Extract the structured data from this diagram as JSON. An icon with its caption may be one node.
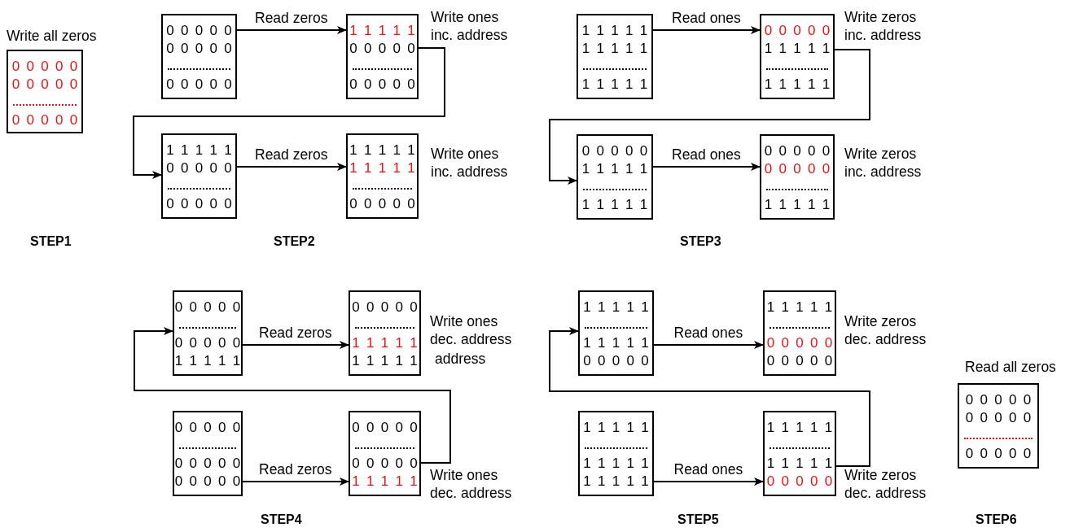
{
  "diagram": {
    "nodes": [
      {
        "text": [
          "0 0 0 0 0",
          "0 0 0 0 0",
          "0 0 0 0 0"
        ],
        "beside": [
          "Write all zeros"
        ]
      },
      {
        "text": [
          "0 0 0 0 0",
          "0 0 0 0 0",
          "0 0 0 0 0"
        ]
      },
      {
        "text": [
          "1 1 1 1 1",
          "0 0 0 0 0",
          "0 0 0 0 0"
        ],
        "beside": [
          "Write ones inc. address"
        ]
      },
      {
        "text": [
          "1 1 1 1 1",
          "0 0 0 0 0",
          "0 0 0 0 0"
        ]
      },
      {
        "text": [
          "1 1 1 1 1",
          "1 1 1 1 1",
          "0 0 0 0 0"
        ],
        "beside": [
          "Write ones inc. address"
        ]
      },
      {
        "text": [
          "1 1 1 1 1",
          "1 1 1 1 1",
          "1 1 1 1 1"
        ]
      },
      {
        "text": [
          "0 0 0 0 0",
          "1 1 1 1 1",
          "1 1 1 1 1"
        ],
        "beside": [
          "Write zeros inc. address"
        ]
      },
      {
        "text": [
          "0 0 0 0 0",
          "1 1 1 1 1",
          "1 1 1 1 1"
        ]
      },
      {
        "text": [
          "0 0 0 0 0",
          "0 0 0 0 0",
          "1 1 1 1 1"
        ],
        "beside": [
          "Write zeros inc. address"
        ]
      },
      {
        "text": [
          "0 0 0 0 0",
          "0 0 0 0 0",
          "1 1 1 1 1"
        ]
      },
      {
        "text": [
          "0 0 0 0 0",
          "1 1 1 1 1",
          "1 1 1 1 1"
        ],
        "beside": [
          "Write ones dec. address",
          "address"
        ]
      },
      {
        "text": [
          "0 0 0 0 0",
          "0 0 0 0 0",
          "0 0 0 0 0"
        ]
      },
      {
        "text": [
          "0 0 0 0 0",
          "0 0 0 0 0",
          "1 1 1 1 1"
        ],
        "beside": [
          "Write ones dec. address"
        ]
      },
      {
        "text": [
          "1 1 1 1 1",
          "1 1 1 1 1",
          "0 0 0 0 0"
        ]
      },
      {
        "text": [
          "1 1 1 1 1",
          "0 0 0 0 0",
          "0 0 0 0 0"
        ],
        "beside": [
          "Write zeros dec. address"
        ]
      },
      {
        "text": [
          "1 1 1 1 1",
          "1 1 1 1 1",
          "1 1 1 1 1"
        ]
      },
      {
        "text": [
          "1 1 1 1 1",
          "1 1 1 1 1",
          "0 0 0 0 0"
        ],
        "beside": [
          "Write zeros dec. address"
        ]
      },
      {
        "text": [
          "0 0 0 0 0",
          "0 0 0 0 0",
          "0 0 0 0 0"
        ],
        "beside": [
          "Read all zeros"
        ]
      }
    ],
    "edges": [
      {
        "from": 1,
        "to": 2,
        "arrow": "to",
        "label": "Read zeros"
      },
      {
        "from": 2,
        "to": 3,
        "arrow": "to"
      },
      {
        "from": 3,
        "to": 4,
        "arrow": "to",
        "label": "Read zeros"
      },
      {
        "from": 5,
        "to": 6,
        "arrow": "to",
        "label": "Read ones"
      },
      {
        "from": 6,
        "to": 7,
        "arrow": "to"
      },
      {
        "from": 7,
        "to": 8,
        "arrow": "to",
        "label": "Read ones"
      },
      {
        "from": 9,
        "to": 10,
        "arrow": "to",
        "label": "Read zeros"
      },
      {
        "from": 11,
        "to": 12,
        "arrow": "to",
        "label": "Read zeros"
      },
      {
        "from": 12,
        "to": 9,
        "arrow": "to"
      },
      {
        "from": 13,
        "to": 14,
        "arrow": "to",
        "label": "Read ones"
      },
      {
        "from": 15,
        "to": 16,
        "arrow": "to",
        "label": "Read ones"
      },
      {
        "from": 16,
        "to": 13,
        "arrow": "to"
      }
    ],
    "labels": [
      "STEP1",
      "STEP2",
      "STEP3",
      "STEP4",
      "STEP5",
      "STEP6"
    ]
  }
}
